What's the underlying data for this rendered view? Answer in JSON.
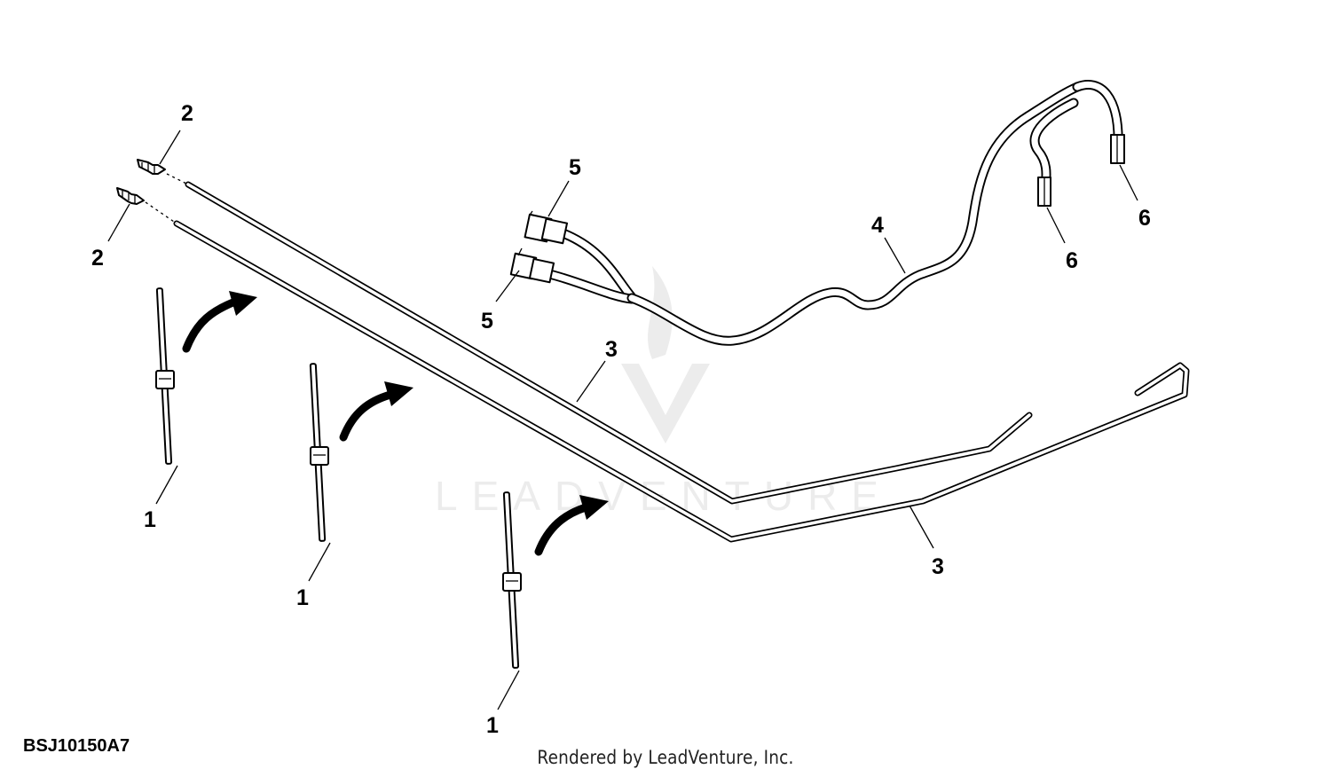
{
  "diagram": {
    "code": "BSJ10150A7",
    "credit": "Rendered by LeadVenture, Inc.",
    "watermark": "LEADVENTURE",
    "callouts": [
      {
        "id": "c1a",
        "label": "1"
      },
      {
        "id": "c1b",
        "label": "1"
      },
      {
        "id": "c1c",
        "label": "1"
      },
      {
        "id": "c2a",
        "label": "2"
      },
      {
        "id": "c2b",
        "label": "2"
      },
      {
        "id": "c3a",
        "label": "3"
      },
      {
        "id": "c3b",
        "label": "3"
      },
      {
        "id": "c4",
        "label": "4"
      },
      {
        "id": "c5a",
        "label": "5"
      },
      {
        "id": "c5b",
        "label": "5"
      },
      {
        "id": "c6a",
        "label": "6"
      },
      {
        "id": "c6b",
        "label": "6"
      }
    ]
  }
}
